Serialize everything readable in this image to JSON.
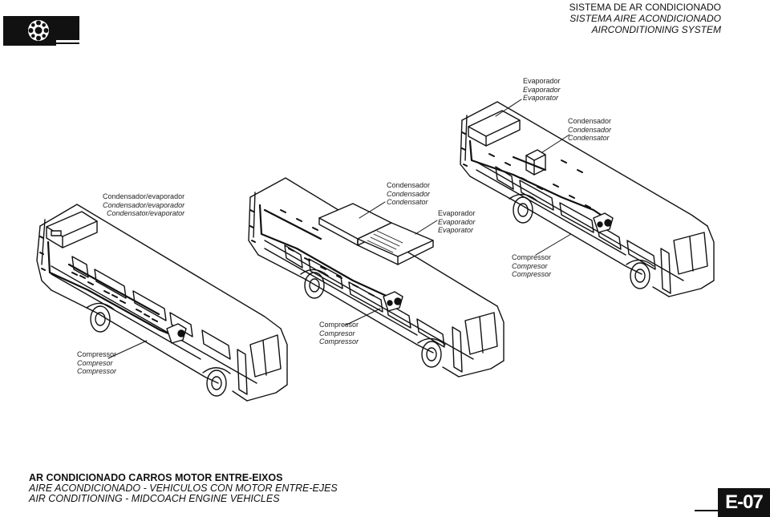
{
  "header": {
    "title_pt": "SISTEMA DE AR CONDICIONADO",
    "title_es": "SISTEMA AIRE ACONDICIONADO",
    "title_en": "AIRCONDITIONING SYSTEM"
  },
  "logo": {
    "icon": "gear-icon"
  },
  "bus1": {
    "cond_evap": [
      "Condensador/evaporador",
      "Condensador/evaporador",
      "Condensator/evaporator"
    ],
    "compressor": [
      "Compressor",
      "Compresor",
      "Compressor"
    ]
  },
  "bus2": {
    "condenser": [
      "Condensador",
      "Condensador",
      "Condensator"
    ],
    "evaporator": [
      "Evaporador",
      "Evaporador",
      "Evaporator"
    ],
    "compressor": [
      "Compressor",
      "Compresor",
      "Compressor"
    ]
  },
  "bus3": {
    "evaporator": [
      "Evaporador",
      "Evaporador",
      "Evaporator"
    ],
    "condenser": [
      "Condensador",
      "Condensador",
      "Condensator"
    ],
    "compressor": [
      "Compressor",
      "Compresor",
      "Compressor"
    ]
  },
  "footer": {
    "line_pt": "AR CONDICIONADO CARROS MOTOR ENTRE-EIXOS",
    "line_es": "AIRE ACONDICIONADO - VEHICULOS CON MOTOR ENTRE-EJES",
    "line_en": "AIR CONDITIONING - MIDCOACH ENGINE VEHICLES",
    "page_code": "E-07"
  }
}
